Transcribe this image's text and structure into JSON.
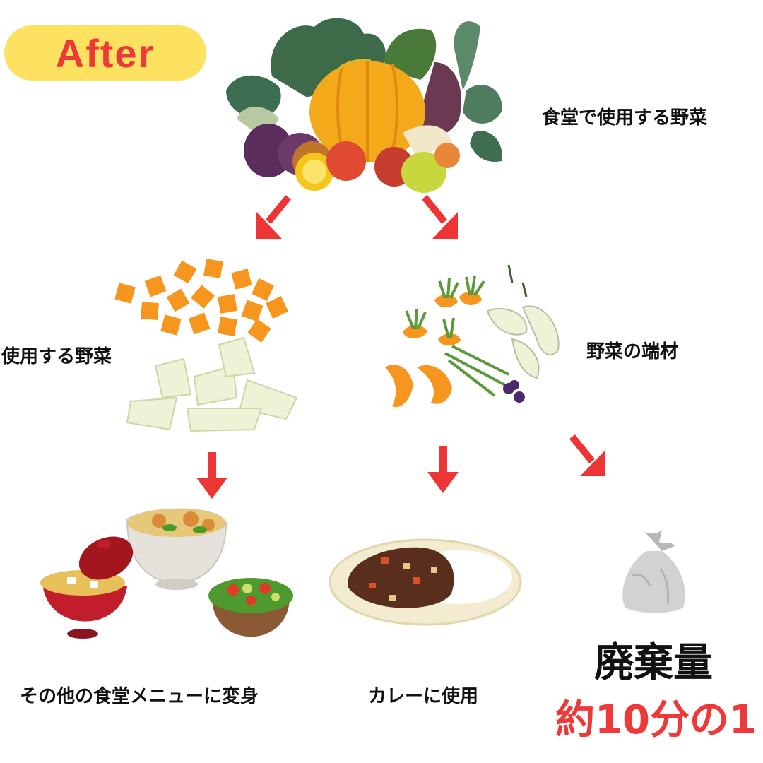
{
  "badge": {
    "label": "After"
  },
  "labels": {
    "canteen_vegetables": "食堂で使用する野菜",
    "used_vegetables": "使用する野菜",
    "vegetable_scraps": "野菜の端材",
    "other_menu": "その他の食堂メニューに変身",
    "curry": "カレーに使用"
  },
  "waste": {
    "title": "廃棄量",
    "amount": "約10分の1"
  },
  "colors": {
    "badge_bg": "#fde262",
    "accent_red": "#ef3838",
    "arrow_red": "#ee3535",
    "text": "#111111"
  },
  "icons": [
    "vegetables-icon",
    "diced-vegetables-icon",
    "vegetable-scraps-icon",
    "side-dishes-icon",
    "curry-plate-icon",
    "garbage-bag-icon",
    "arrow-icon"
  ]
}
